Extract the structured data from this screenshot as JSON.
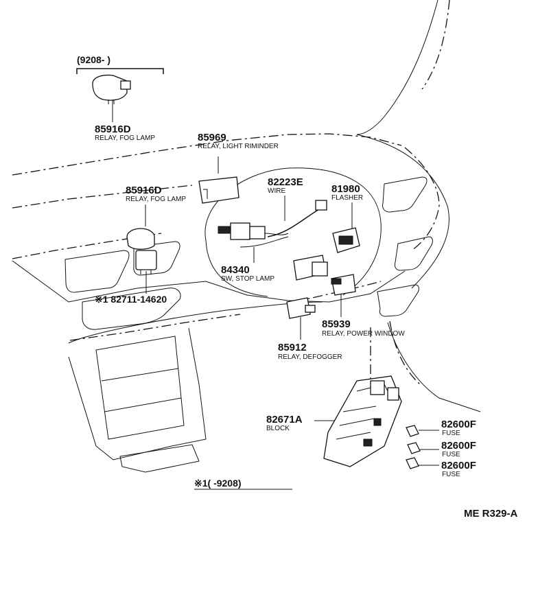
{
  "bracket_label": "(9208-         )",
  "parts": {
    "relay_fog_top": {
      "number": "85916D",
      "name": "RELAY, FOG LAMP"
    },
    "relay_light": {
      "number": "85969",
      "name": "RELAY, LIGHT RIMINDER"
    },
    "relay_fog": {
      "number": "85916D",
      "name": "RELAY, FOG LAMP"
    },
    "wire": {
      "number": "82223E",
      "name": "WIRE"
    },
    "flasher": {
      "number": "81980",
      "name": "FLASHER"
    },
    "stop_lamp": {
      "number": "84340",
      "name": "SW, STOP LAMP"
    },
    "relay_1": {
      "number": "※1 82711-14620"
    },
    "power_window": {
      "number": "85939",
      "name": "RELAY, POWER WINDOW"
    },
    "defogger": {
      "number": "85912",
      "name": "RELAY, DEFOGGER"
    },
    "block": {
      "number": "82671A",
      "name": "BLOCK"
    },
    "fuse1": {
      "number": "82600F",
      "name": "FUSE"
    },
    "fuse2": {
      "number": "82600F",
      "name": "FUSE"
    },
    "fuse3": {
      "number": "82600F",
      "name": "FUSE"
    }
  },
  "footnote": "※1(         -9208)",
  "ref_code": "ME R329-A"
}
